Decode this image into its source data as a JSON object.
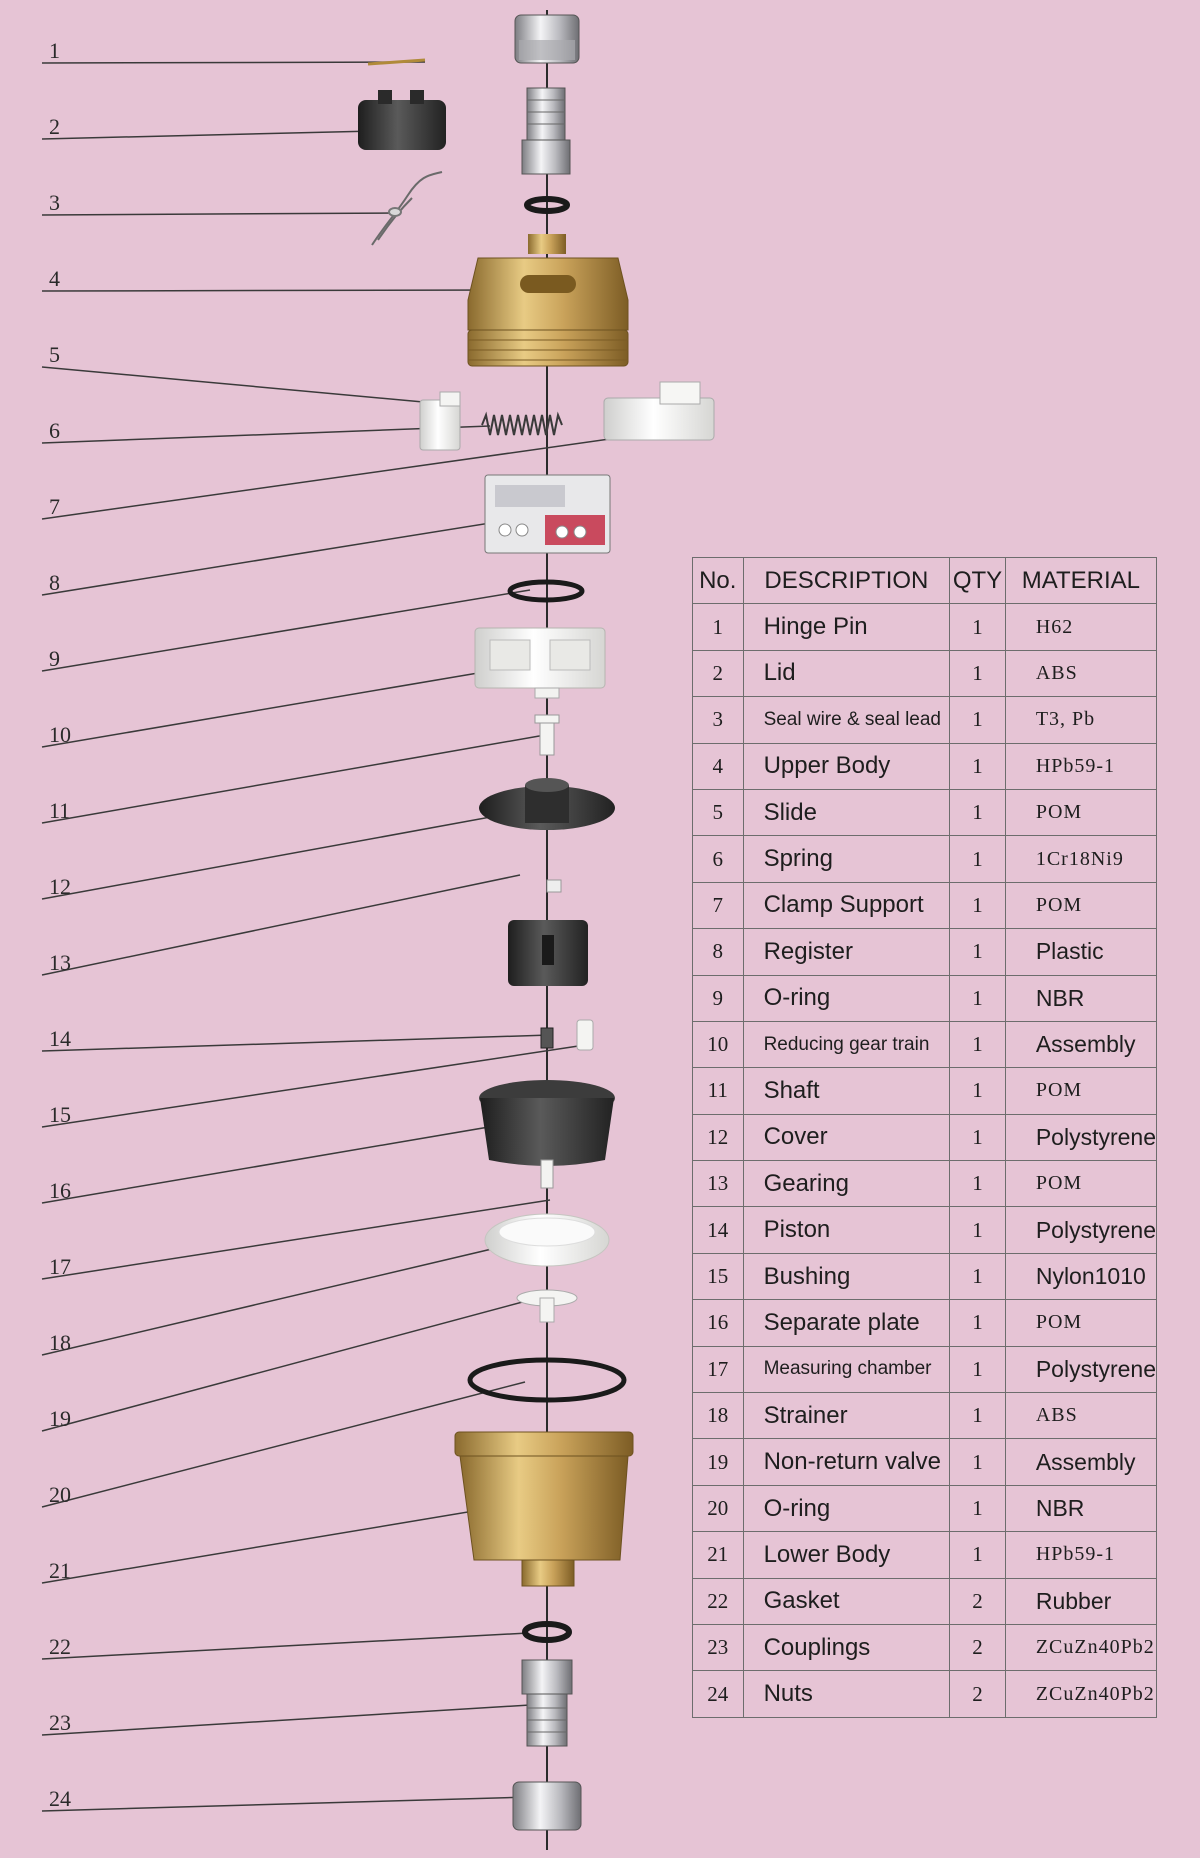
{
  "callouts": [
    "1",
    "2",
    "3",
    "4",
    "5",
    "6",
    "7",
    "8",
    "9",
    "10",
    "11",
    "12",
    "13",
    "14",
    "15",
    "16",
    "17",
    "18",
    "19",
    "20",
    "21",
    "22",
    "23",
    "24"
  ],
  "table": {
    "headers": [
      "No.",
      "DESCRIPTION",
      "QTY",
      "MATERIAL"
    ],
    "rows": [
      {
        "no": "1",
        "desc": "Hinge Pin",
        "qty": "1",
        "mat": "H62"
      },
      {
        "no": "2",
        "desc": "Lid",
        "qty": "1",
        "mat": "ABS"
      },
      {
        "no": "3",
        "desc": "Seal wire & seal lead",
        "qty": "1",
        "mat": "T3, Pb"
      },
      {
        "no": "4",
        "desc": "Upper Body",
        "qty": "1",
        "mat": "HPb59-1"
      },
      {
        "no": "5",
        "desc": "Slide",
        "qty": "1",
        "mat": "POM"
      },
      {
        "no": "6",
        "desc": "Spring",
        "qty": "1",
        "mat": "1Cr18Ni9"
      },
      {
        "no": "7",
        "desc": "Clamp Support",
        "qty": "1",
        "mat": "POM"
      },
      {
        "no": "8",
        "desc": "Register",
        "qty": "1",
        "mat": "Plastic"
      },
      {
        "no": "9",
        "desc": "O-ring",
        "qty": "1",
        "mat": "NBR"
      },
      {
        "no": "10",
        "desc": "Reducing gear train",
        "qty": "1",
        "mat": "Assembly"
      },
      {
        "no": "11",
        "desc": "Shaft",
        "qty": "1",
        "mat": "POM"
      },
      {
        "no": "12",
        "desc": "Cover",
        "qty": "1",
        "mat": "Polystyrene"
      },
      {
        "no": "13",
        "desc": "Gearing",
        "qty": "1",
        "mat": "POM"
      },
      {
        "no": "14",
        "desc": "Piston",
        "qty": "1",
        "mat": "Polystyrene"
      },
      {
        "no": "15",
        "desc": "Bushing",
        "qty": "1",
        "mat": "Nylon1010"
      },
      {
        "no": "16",
        "desc": "Separate plate",
        "qty": "1",
        "mat": "POM"
      },
      {
        "no": "17",
        "desc": "Measuring chamber",
        "qty": "1",
        "mat": "Polystyrene"
      },
      {
        "no": "18",
        "desc": "Strainer",
        "qty": "1",
        "mat": "ABS"
      },
      {
        "no": "19",
        "desc": "Non-return valve",
        "qty": "1",
        "mat": "Assembly"
      },
      {
        "no": "20",
        "desc": "O-ring",
        "qty": "1",
        "mat": "NBR"
      },
      {
        "no": "21",
        "desc": "Lower Body",
        "qty": "1",
        "mat": "HPb59-1"
      },
      {
        "no": "22",
        "desc": "Gasket",
        "qty": "2",
        "mat": "Rubber"
      },
      {
        "no": "23",
        "desc": "Couplings",
        "qty": "2",
        "mat": "ZCuZn40Pb2"
      },
      {
        "no": "24",
        "desc": "Nuts",
        "qty": "2",
        "mat": "ZCuZn40Pb2"
      }
    ]
  },
  "colors": {
    "background": "#e6c4d5",
    "brass": "#c9a25a",
    "chrome": "#c8c8cc",
    "dark_plastic": "#3a3a3a",
    "white_plastic": "#f2f2f0",
    "leader_line": "#3a3a3a"
  }
}
